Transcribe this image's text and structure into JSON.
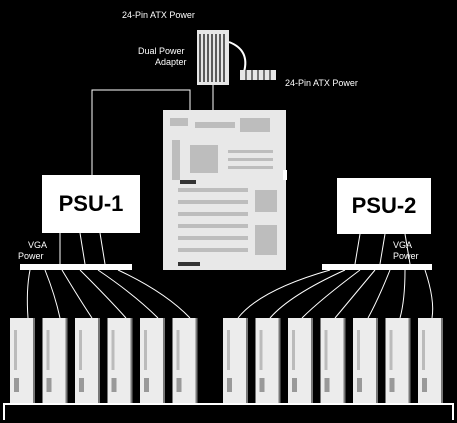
{
  "labels": {
    "atx_top": "24-Pin ATX Power",
    "dual_adapter_line1": "Dual Power",
    "dual_adapter_line2": "Adapter",
    "atx_right": "24-Pin ATX Power",
    "psu1": "PSU-1",
    "psu2": "PSU-2",
    "vga_left_line1": "VGA",
    "vga_left_line2": "Power",
    "vga_right_line1": "VGA",
    "vga_right_line2": "Power"
  },
  "gpu_groups": [
    {
      "name": "left",
      "count": 6
    },
    {
      "name": "right",
      "count": 7
    }
  ],
  "colors": {
    "background": "#000000",
    "foreground": "#ffffff",
    "board": "#e8e8e8"
  }
}
